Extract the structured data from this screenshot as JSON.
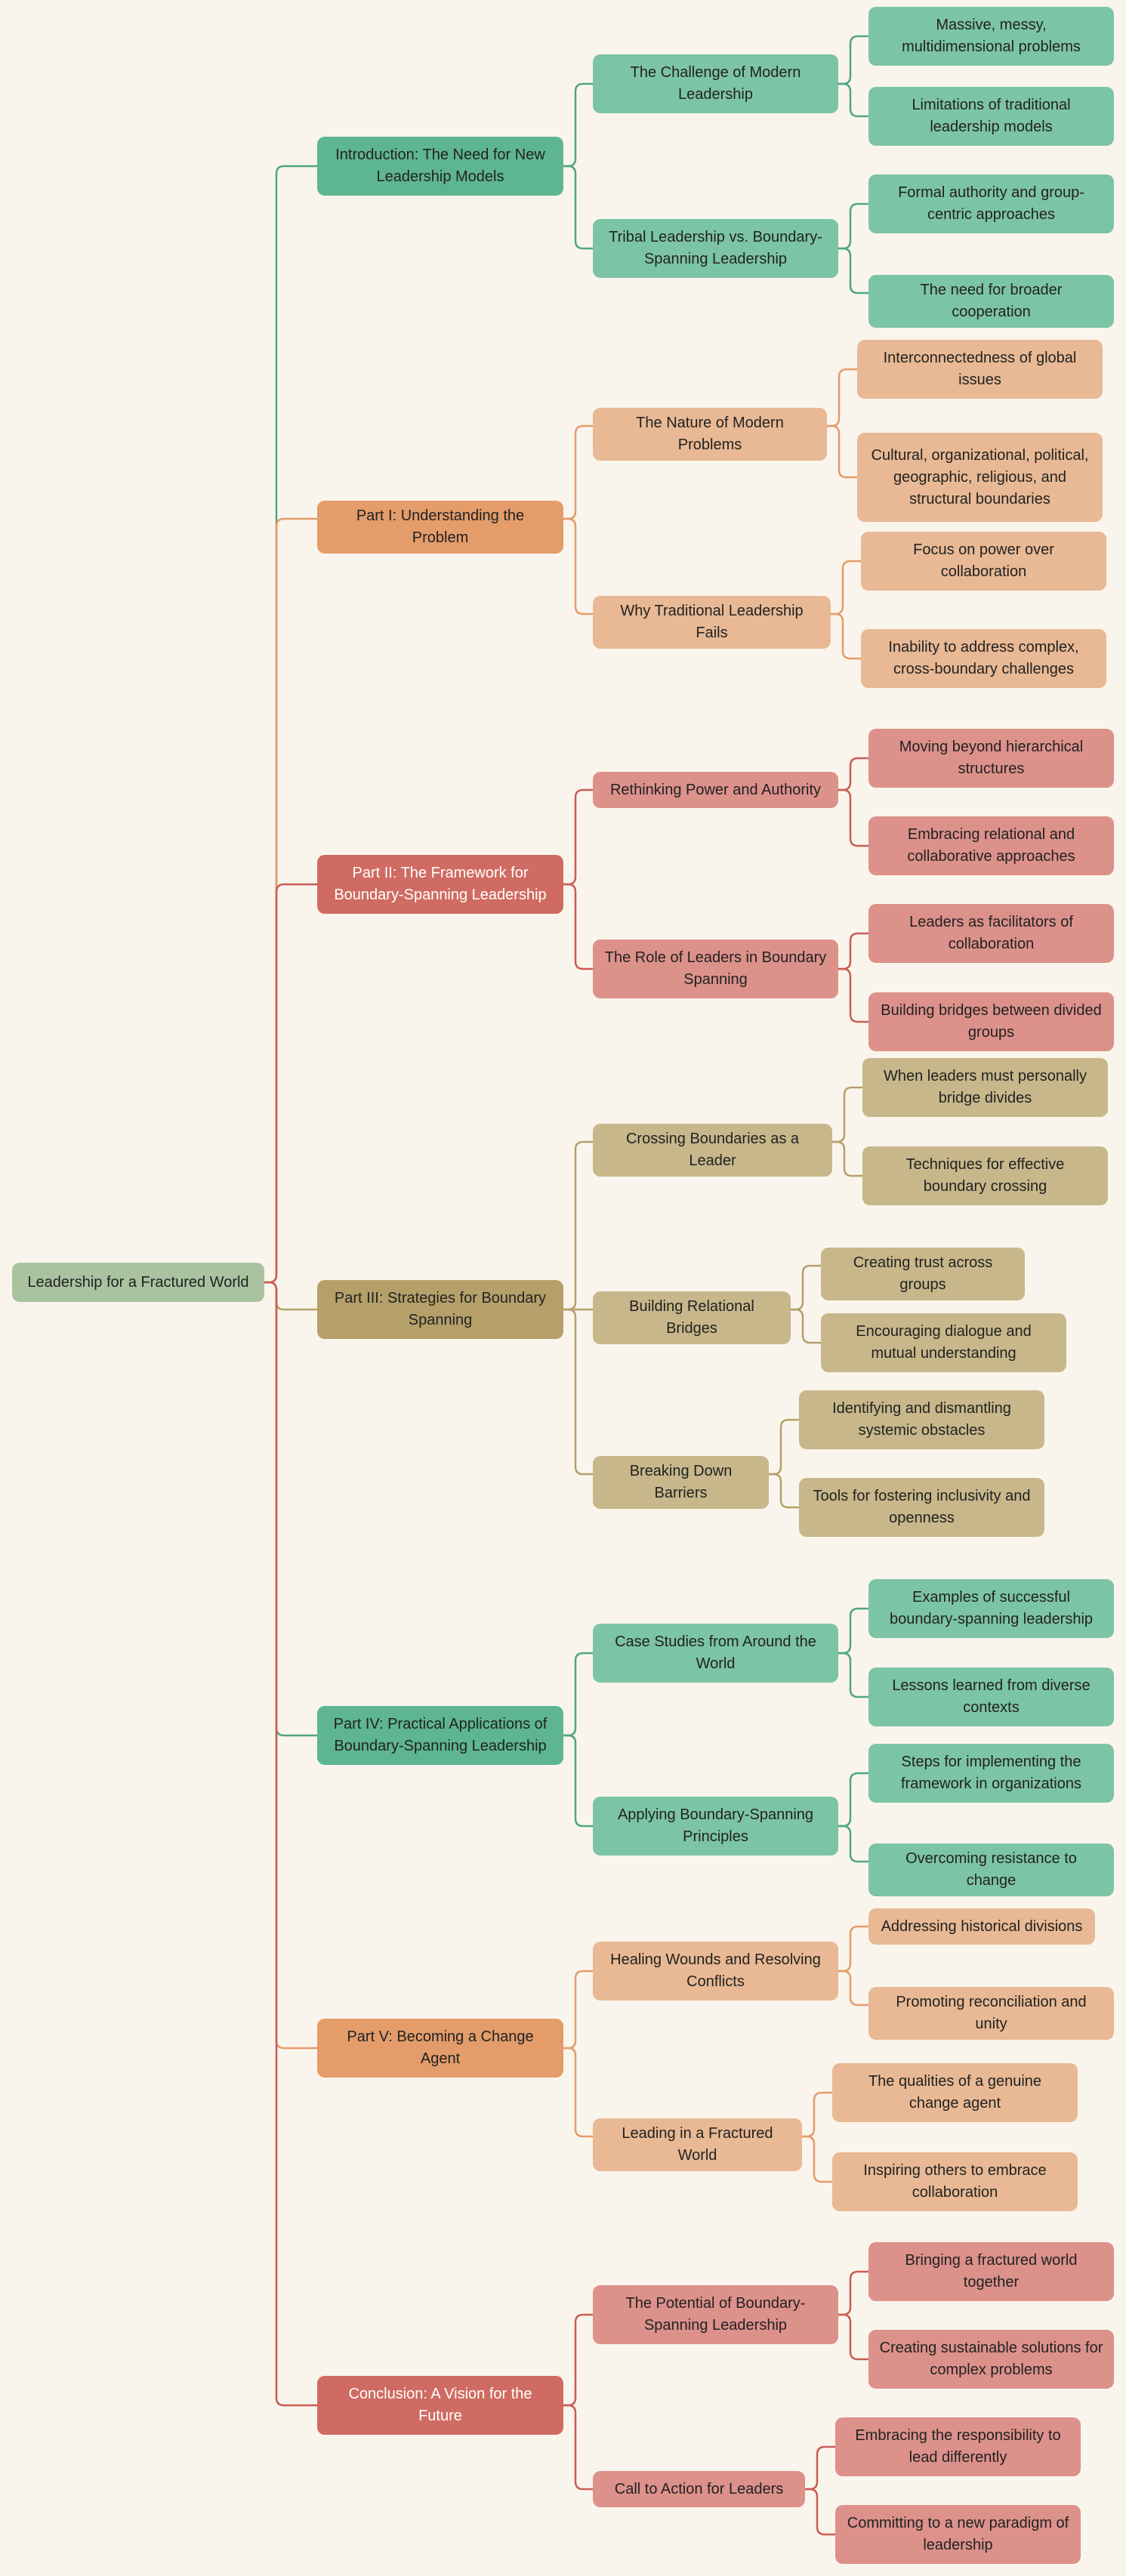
{
  "colors": {
    "background": "#faf5ec",
    "root_fill": "#a9c3a0",
    "green": {
      "l1": "#5db591",
      "l2": "#7cc4a6",
      "line": "#4fa682"
    },
    "orange": {
      "l1": "#e39c6a",
      "l2": "#e8b994",
      "line": "#e39c6a"
    },
    "red": {
      "l1": "#cf6b62",
      "l2": "#dc918a",
      "line": "#c95d55"
    },
    "gold": {
      "l1": "#b5a06a",
      "l2": "#c7b78a",
      "line": "#b5a06a"
    }
  },
  "root": {
    "label": "Leadership for a Fractured World"
  },
  "branches": [
    {
      "label": "Introduction: The Need for New Leadership Models",
      "theme": "green",
      "children": [
        {
          "label": "The Challenge of Modern Leadership",
          "children": [
            {
              "label": "Massive, messy, multidimensional problems"
            },
            {
              "label": "Limitations of traditional leadership models"
            }
          ]
        },
        {
          "label": "Tribal Leadership vs. Boundary-Spanning Leadership",
          "children": [
            {
              "label": "Formal authority and group-centric approaches"
            },
            {
              "label": "The need for broader cooperation"
            }
          ]
        }
      ]
    },
    {
      "label": "Part I: Understanding the Problem",
      "theme": "orange",
      "children": [
        {
          "label": "The Nature of Modern Problems",
          "children": [
            {
              "label": "Interconnectedness of global issues"
            },
            {
              "label": "Cultural, organizational, political, geographic, religious, and structural boundaries"
            }
          ]
        },
        {
          "label": "Why Traditional Leadership Fails",
          "children": [
            {
              "label": "Focus on power over collaboration"
            },
            {
              "label": "Inability to address complex, cross-boundary challenges"
            }
          ]
        }
      ]
    },
    {
      "label": "Part II: The Framework for Boundary-Spanning Leadership",
      "theme": "red",
      "children": [
        {
          "label": "Rethinking Power and Authority",
          "children": [
            {
              "label": "Moving beyond hierarchical structures"
            },
            {
              "label": "Embracing relational and collaborative approaches"
            }
          ]
        },
        {
          "label": "The Role of Leaders in Boundary Spanning",
          "children": [
            {
              "label": "Leaders as facilitators of collaboration"
            },
            {
              "label": "Building bridges between divided groups"
            }
          ]
        }
      ]
    },
    {
      "label": "Part III: Strategies for Boundary Spanning",
      "theme": "gold",
      "children": [
        {
          "label": "Crossing Boundaries as a Leader",
          "children": [
            {
              "label": "When leaders must personally bridge divides"
            },
            {
              "label": "Techniques for effective boundary crossing"
            }
          ]
        },
        {
          "label": "Building Relational Bridges",
          "children": [
            {
              "label": "Creating trust across groups"
            },
            {
              "label": "Encouraging dialogue and mutual understanding"
            }
          ]
        },
        {
          "label": "Breaking Down Barriers",
          "children": [
            {
              "label": "Identifying and dismantling systemic obstacles"
            },
            {
              "label": "Tools for fostering inclusivity and openness"
            }
          ]
        }
      ]
    },
    {
      "label": "Part IV: Practical Applications of Boundary-Spanning Leadership",
      "theme": "green",
      "children": [
        {
          "label": "Case Studies from Around the World",
          "children": [
            {
              "label": "Examples of successful boundary-spanning leadership"
            },
            {
              "label": "Lessons learned from diverse contexts"
            }
          ]
        },
        {
          "label": "Applying Boundary-Spanning Principles",
          "children": [
            {
              "label": "Steps for implementing the framework in organizations"
            },
            {
              "label": "Overcoming resistance to change"
            }
          ]
        }
      ]
    },
    {
      "label": "Part V: Becoming a Change Agent",
      "theme": "orange",
      "children": [
        {
          "label": "Healing Wounds and Resolving Conflicts",
          "children": [
            {
              "label": "Addressing historical divisions"
            },
            {
              "label": "Promoting reconciliation and unity"
            }
          ]
        },
        {
          "label": "Leading in a Fractured World",
          "children": [
            {
              "label": "The qualities of a genuine change agent"
            },
            {
              "label": "Inspiring others to embrace collaboration"
            }
          ]
        }
      ]
    },
    {
      "label": "Conclusion: A Vision for the Future",
      "theme": "red",
      "children": [
        {
          "label": "The Potential of Boundary-Spanning Leadership",
          "children": [
            {
              "label": "Bringing a fractured world together"
            },
            {
              "label": "Creating sustainable solutions for complex problems"
            }
          ]
        },
        {
          "label": "Call to Action for Leaders",
          "children": [
            {
              "label": "Embracing the responsibility to lead differently"
            },
            {
              "label": "Committing to a new paradigm of leadership"
            }
          ]
        }
      ]
    }
  ]
}
